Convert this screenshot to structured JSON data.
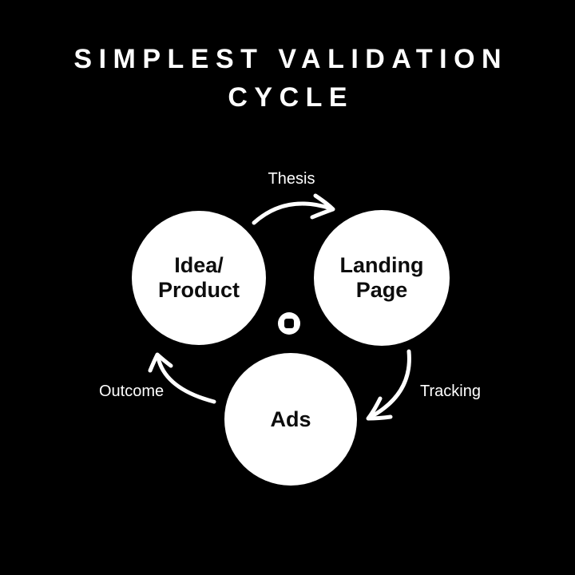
{
  "colors": {
    "background": "#000000",
    "foreground": "#ffffff",
    "node_fill": "#ffffff",
    "node_text": "#0d0d0d"
  },
  "title": {
    "lines": [
      "SIMPLEST VALIDATION",
      "CYCLE"
    ]
  },
  "nodes": {
    "idea_product": {
      "label": "Idea/\nProduct"
    },
    "landing_page": {
      "label": "Landing\nPage"
    },
    "ads": {
      "label": "Ads"
    }
  },
  "edges": {
    "thesis": {
      "label": "Thesis",
      "from": "Idea/Product",
      "to": "Landing Page"
    },
    "tracking": {
      "label": "Tracking",
      "from": "Landing Page",
      "to": "Ads"
    },
    "outcome": {
      "label": "Outcome",
      "from": "Ads",
      "to": "Idea/Product"
    }
  },
  "center_icon": {
    "name": "stop-icon"
  }
}
